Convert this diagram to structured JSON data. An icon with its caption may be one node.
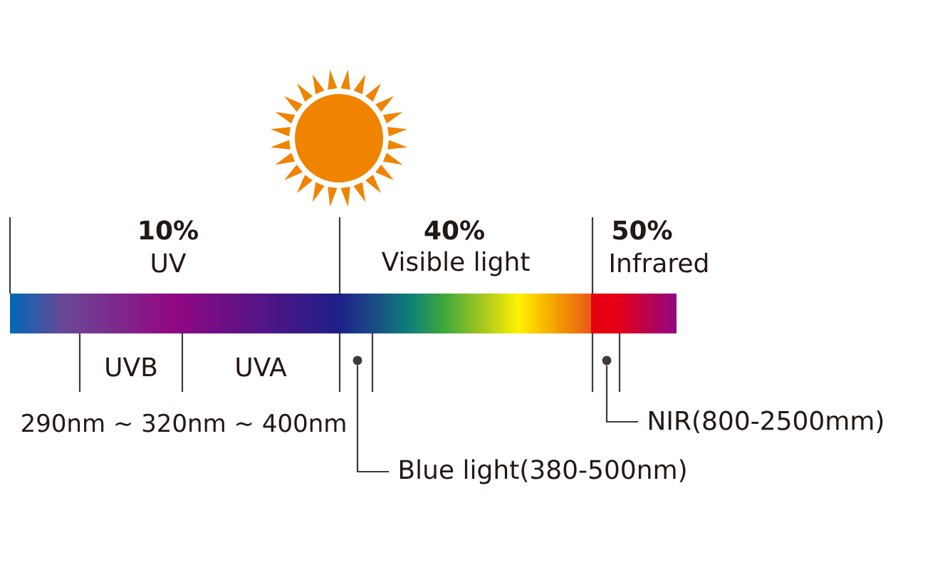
{
  "diagram": {
    "nodes": [
      {
        "text": [],
        "shape": "circle"
      },
      {
        "text": [],
        "shape": "circle"
      },
      {
        "text": [
          "NIR(800-2500mm)"
        ]
      },
      {
        "text": [
          "Blue light(380-500nm)"
        ]
      }
    ],
    "edges": [
      {
        "from": 2,
        "to": 1,
        "arrow": "none"
      },
      {
        "from": 3,
        "to": 0,
        "arrow": "none"
      }
    ],
    "labels": [
      "10%",
      "UV",
      "40%",
      "Visible light",
      "50%",
      "Infrared",
      "UVB",
      "UVA",
      "290nm ∼ 320nm ∼ 400nm"
    ]
  }
}
